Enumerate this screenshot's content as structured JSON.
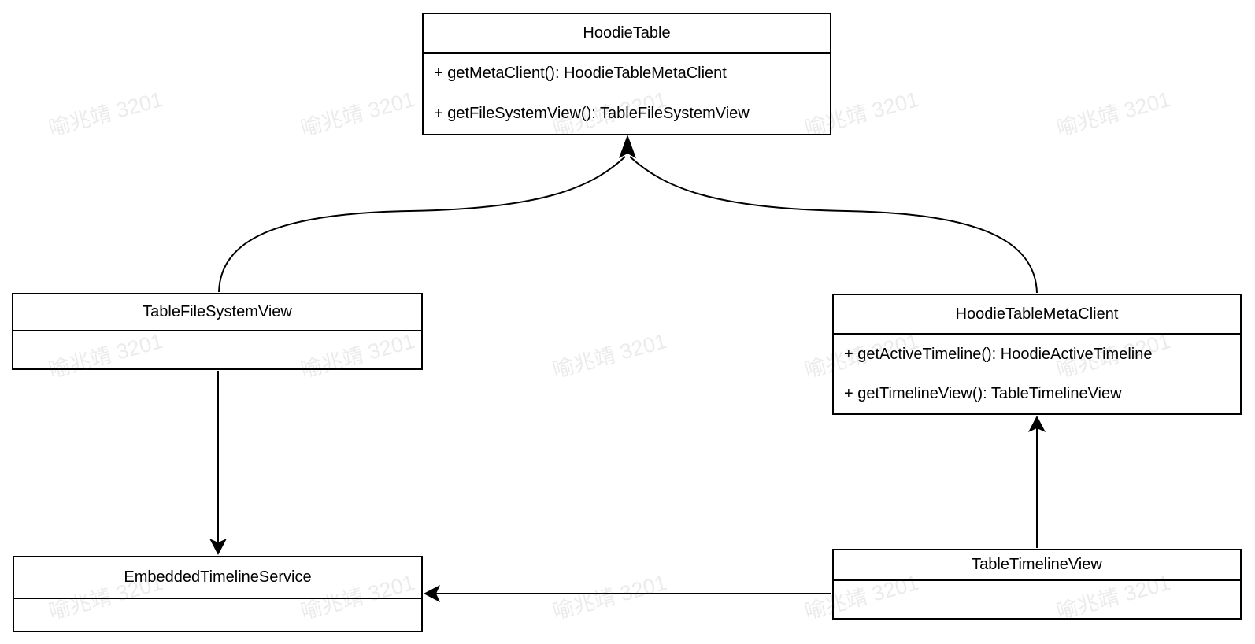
{
  "diagram": {
    "type": "uml-class-diagram",
    "watermark": {
      "text": "喻兆靖 3201"
    },
    "colors": {
      "stroke": "#000000",
      "background": "#ffffff",
      "watermark": "#e9e9e9"
    },
    "classes": [
      {
        "name": "HoodieTable",
        "methods": [
          "+ getMetaClient(): HoodieTableMetaClient",
          "+ getFileSystemView(): TableFileSystemView"
        ]
      },
      {
        "name": "TableFileSystemView",
        "methods": []
      },
      {
        "name": "HoodieTableMetaClient",
        "methods": [
          "+ getActiveTimeline(): HoodieActiveTimeline",
          "+ getTimelineView(): TableTimelineView"
        ]
      },
      {
        "name": "EmbeddedTimelineService",
        "methods": []
      },
      {
        "name": "TableTimelineView",
        "methods": []
      }
    ],
    "relations": [
      {
        "from": "TableFileSystemView",
        "to": "HoodieTable",
        "style": "curved-arrow"
      },
      {
        "from": "HoodieTableMetaClient",
        "to": "HoodieTable",
        "style": "curved-arrow"
      },
      {
        "from": "TableFileSystemView",
        "to": "EmbeddedTimelineService",
        "style": "straight-arrow"
      },
      {
        "from": "TableTimelineView",
        "to": "HoodieTableMetaClient",
        "style": "straight-arrow"
      },
      {
        "from": "TableTimelineView",
        "to": "EmbeddedTimelineService",
        "style": "straight-arrow"
      }
    ]
  }
}
